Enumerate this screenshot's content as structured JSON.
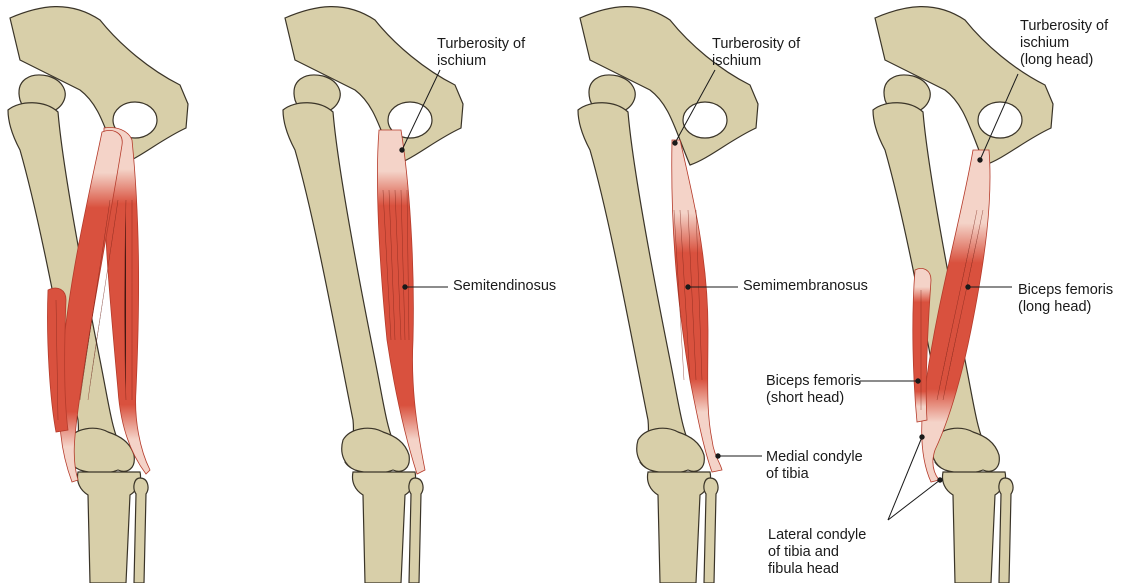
{
  "colors": {
    "bone": "#d8cfa9",
    "bone_outline": "#3a3428",
    "muscle": "#d9513e",
    "muscle_dark": "#b53b2b",
    "tendon": "#f4d3c8",
    "leader": "#1a1a1a"
  },
  "panels": [
    {
      "id": "all-hamstrings",
      "labels": []
    },
    {
      "id": "semitendinosus",
      "labels": [
        {
          "key": "origin",
          "text": "Turberosity of\nischium"
        },
        {
          "key": "muscle",
          "text": "Semitendinosus"
        }
      ]
    },
    {
      "id": "semimembranosus",
      "labels": [
        {
          "key": "origin",
          "text": "Turberosity of\nischium"
        },
        {
          "key": "muscle",
          "text": "Semimembranosus"
        },
        {
          "key": "insertion",
          "text": "Medial condyle\nof tibia"
        }
      ]
    },
    {
      "id": "biceps-femoris",
      "labels": [
        {
          "key": "origin",
          "text": "Turberosity of\nischium\n(long head)"
        },
        {
          "key": "long-head",
          "text": "Biceps femoris\n(long head)"
        },
        {
          "key": "short-head",
          "text": "Biceps femoris\n(short head)"
        },
        {
          "key": "insertion",
          "text": "Lateral condyle\nof tibia and\nfibula head"
        }
      ]
    }
  ]
}
